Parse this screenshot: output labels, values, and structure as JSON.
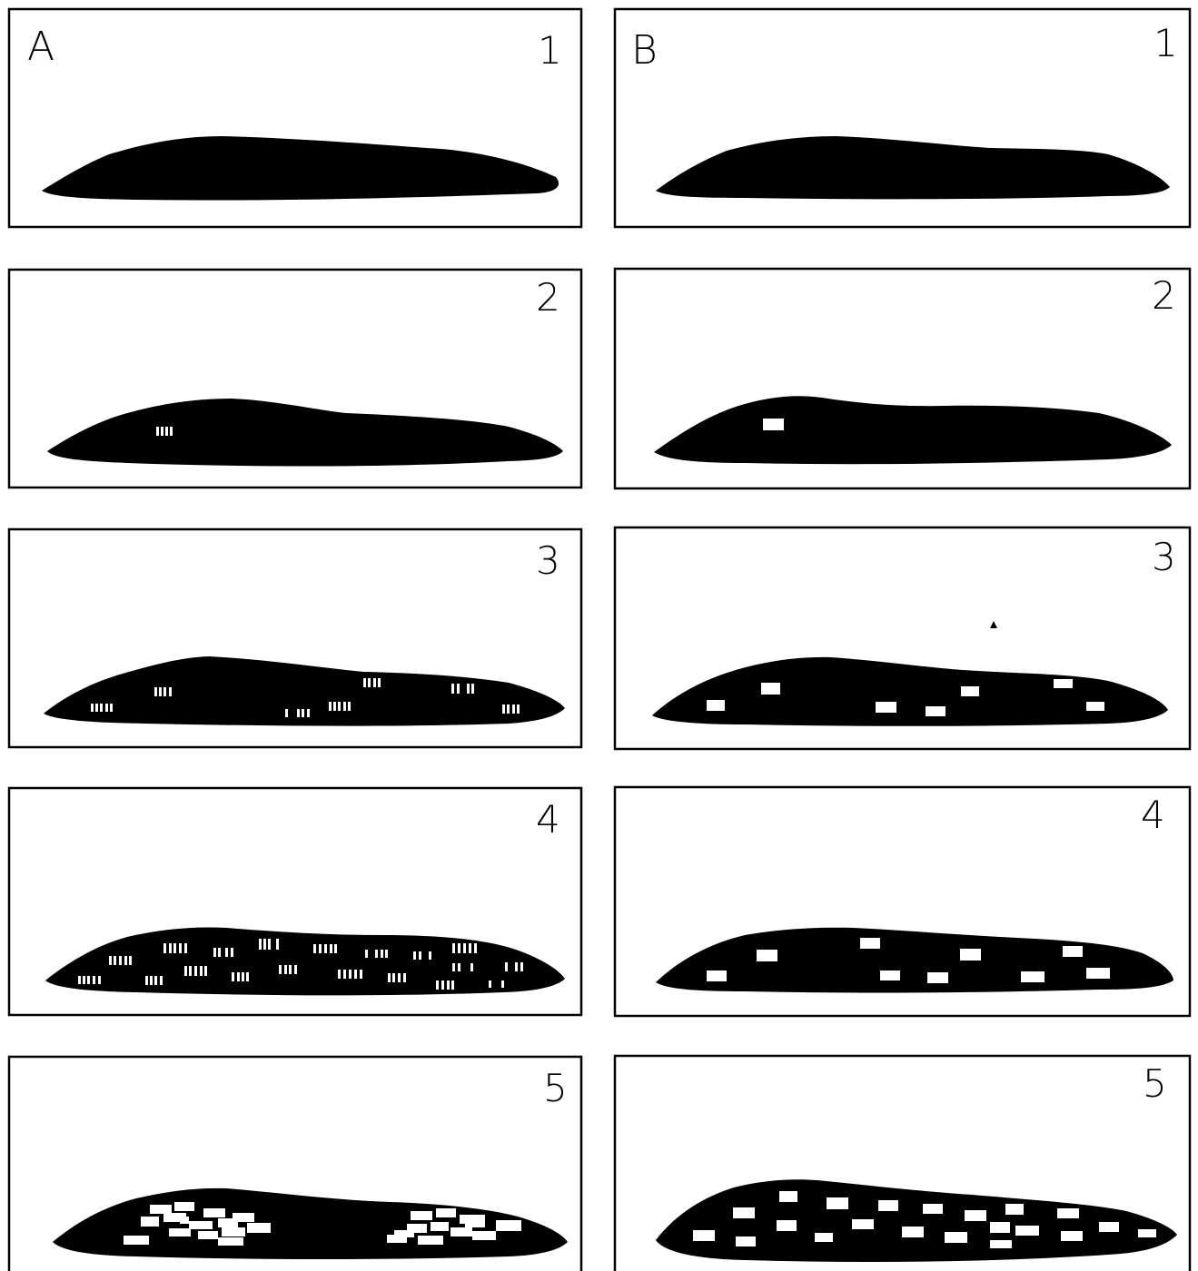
{
  "columns": [
    {
      "label": "A",
      "rows": [
        "1",
        "2",
        "3",
        "4",
        "5"
      ],
      "spot_style": "striated"
    },
    {
      "label": "B",
      "rows": [
        "1",
        "2",
        "3",
        "4",
        "5"
      ],
      "spot_style": "solid"
    }
  ],
  "colors": {
    "ink": "#000000",
    "paper": "#ffffff"
  }
}
